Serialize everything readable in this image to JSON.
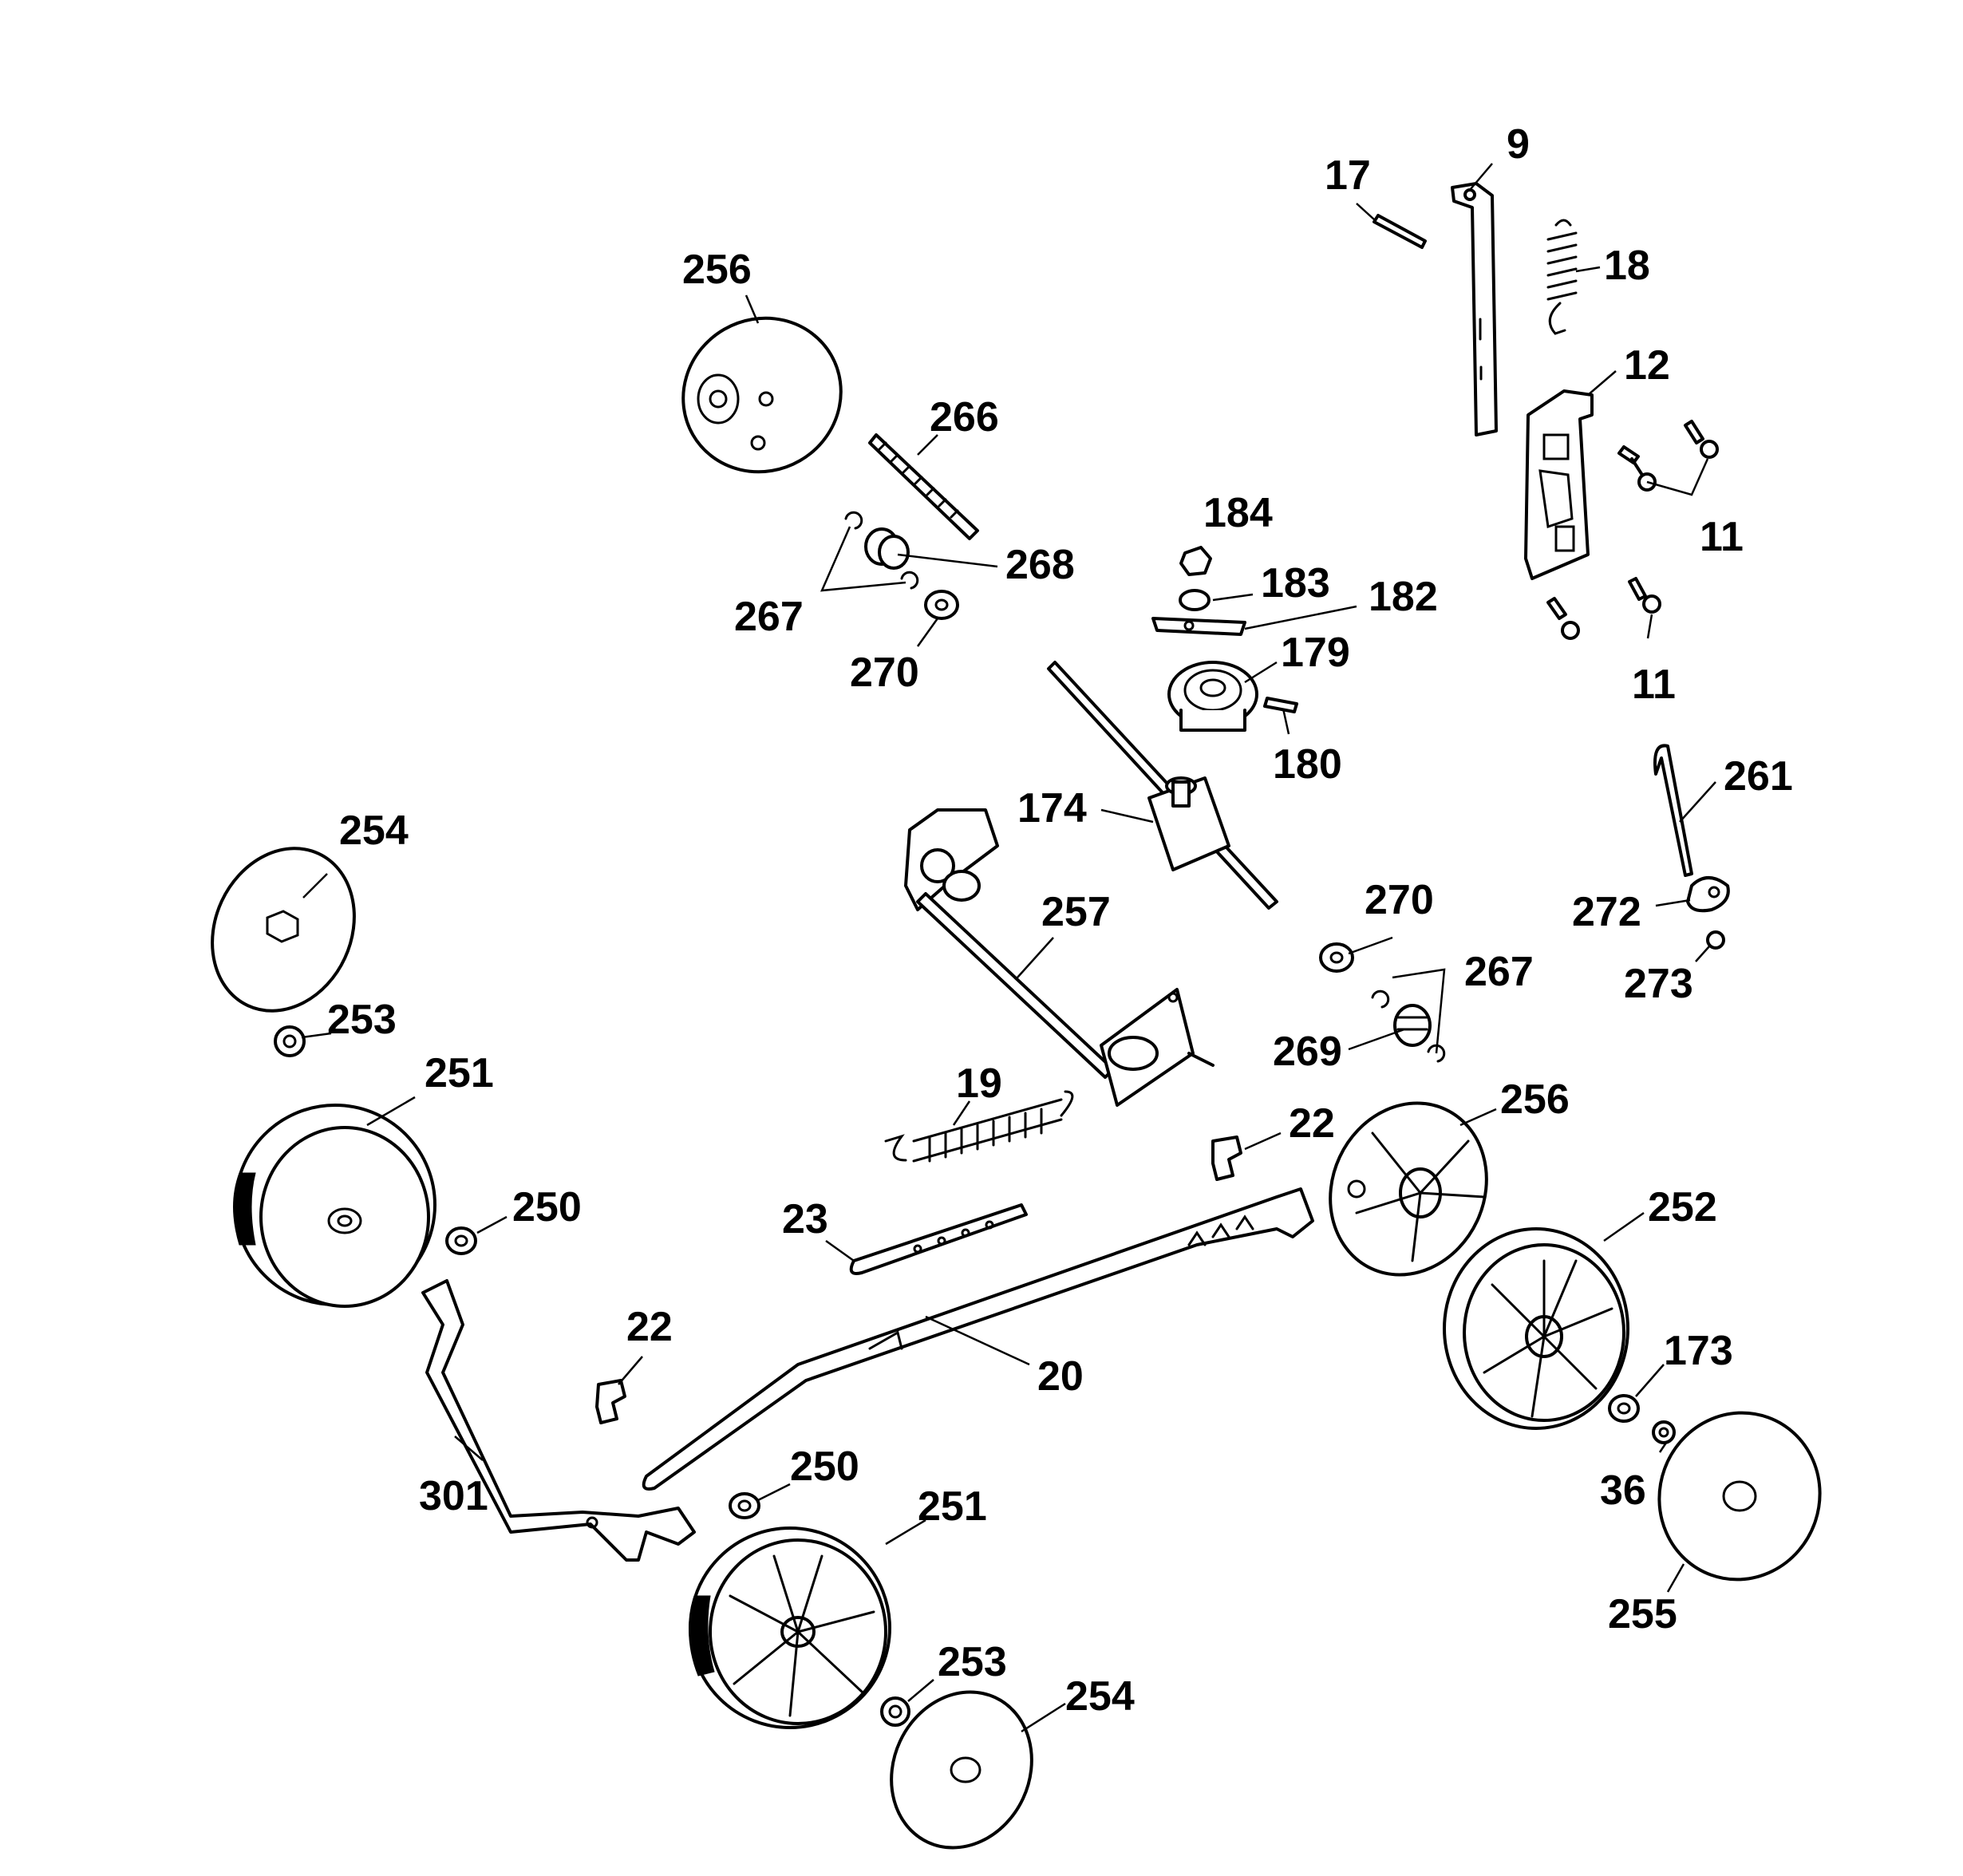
{
  "labels": {
    "p9": "9",
    "p17": "17",
    "p18": "18",
    "p12": "12",
    "p11a": "11",
    "p11b": "11",
    "p256a": "256",
    "p266": "266",
    "p268": "268",
    "p267a": "267",
    "p270a": "270",
    "p184": "184",
    "p183": "183",
    "p182": "182",
    "p179": "179",
    "p180": "180",
    "p174": "174",
    "p257": "257",
    "p261": "261",
    "p272": "272",
    "p273": "273",
    "p270b": "270",
    "p267b": "267",
    "p269": "269",
    "p254a": "254",
    "p253a": "253",
    "p251a": "251",
    "p250a": "250",
    "p19": "19",
    "p23": "23",
    "p22a": "22",
    "p22b": "22",
    "p256b": "256",
    "p252": "252",
    "p20": "20",
    "p173": "173",
    "p36": "36",
    "p301": "301",
    "p250b": "250",
    "p251b": "251",
    "p253b": "253",
    "p254b": "254",
    "p255": "255"
  }
}
